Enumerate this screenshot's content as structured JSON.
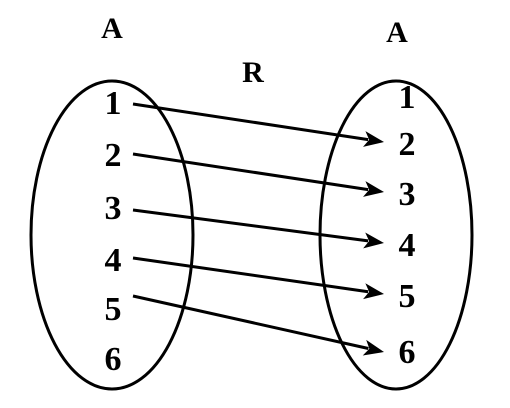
{
  "diagram": {
    "left_set": {
      "label": "A",
      "elements": [
        "1",
        "2",
        "3",
        "4",
        "5",
        "6"
      ]
    },
    "right_set": {
      "label": "A",
      "elements": [
        "1",
        "2",
        "3",
        "4",
        "5",
        "6"
      ]
    },
    "relation": {
      "label": "R",
      "pairs": [
        [
          "1",
          "2"
        ],
        [
          "2",
          "3"
        ],
        [
          "3",
          "4"
        ],
        [
          "4",
          "5"
        ],
        [
          "5",
          "6"
        ]
      ]
    }
  },
  "colors": {
    "stroke": "#000000",
    "background": "#ffffff"
  }
}
